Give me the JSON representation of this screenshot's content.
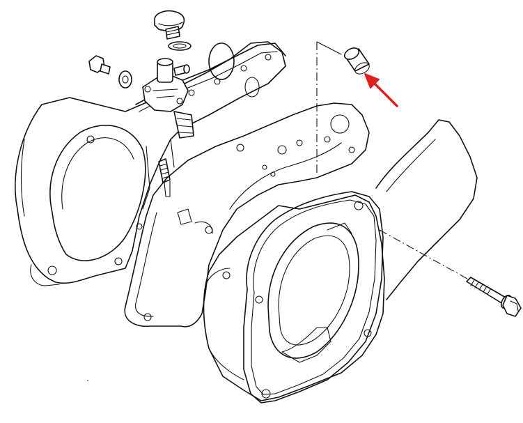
{
  "diagram": {
    "line_color": "#111111",
    "background_color": "#ffffff",
    "callout_arrow_color": "#e0201b",
    "parts": [
      "rear-housing",
      "oil-pump-assembly",
      "drain-plug",
      "sealing-washer",
      "bolt",
      "washer",
      "gasket",
      "bushing",
      "front-cover",
      "flange-bolt"
    ]
  }
}
